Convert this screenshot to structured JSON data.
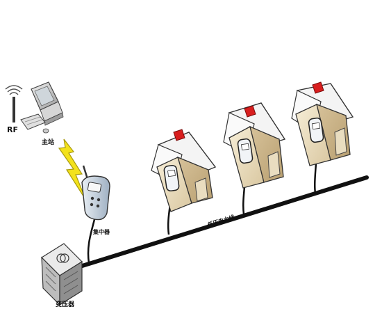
{
  "labels": {
    "rf": "RF",
    "host": "主站",
    "concentrator": "集中器",
    "transformer": "变压器",
    "power_line": "低压电力线"
  },
  "colors": {
    "line": "#111111",
    "bolt": "#f3e21b",
    "roof_marker": "#d81e1e",
    "house_wall": "#efe2c4",
    "house_shade": "#cdb890",
    "roof": "#f4f4f4"
  },
  "icons": {
    "host": "computer-icon",
    "rf": "antenna-icon",
    "link": "lightning-icon",
    "concentrator": "concentrator-device-icon",
    "transformer": "transformer-icon",
    "house": "house-icon",
    "meter": "meter-icon"
  }
}
